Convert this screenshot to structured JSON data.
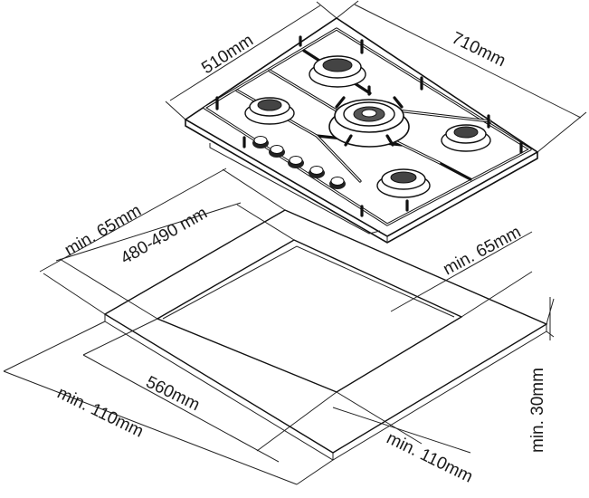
{
  "hob": {
    "depth_label": "510mm",
    "width_label": "710mm"
  },
  "cutout": {
    "clearance_top_label": "min. 65mm",
    "cutout_depth_label": "480-490 mm",
    "clearance_right_label": "min. 65mm",
    "cutout_width_label": "560mm",
    "clearance_left_label": "min. 110mm",
    "clearance_front_label": "min. 110mm",
    "worktop_thickness_label": "min. 30mm"
  }
}
